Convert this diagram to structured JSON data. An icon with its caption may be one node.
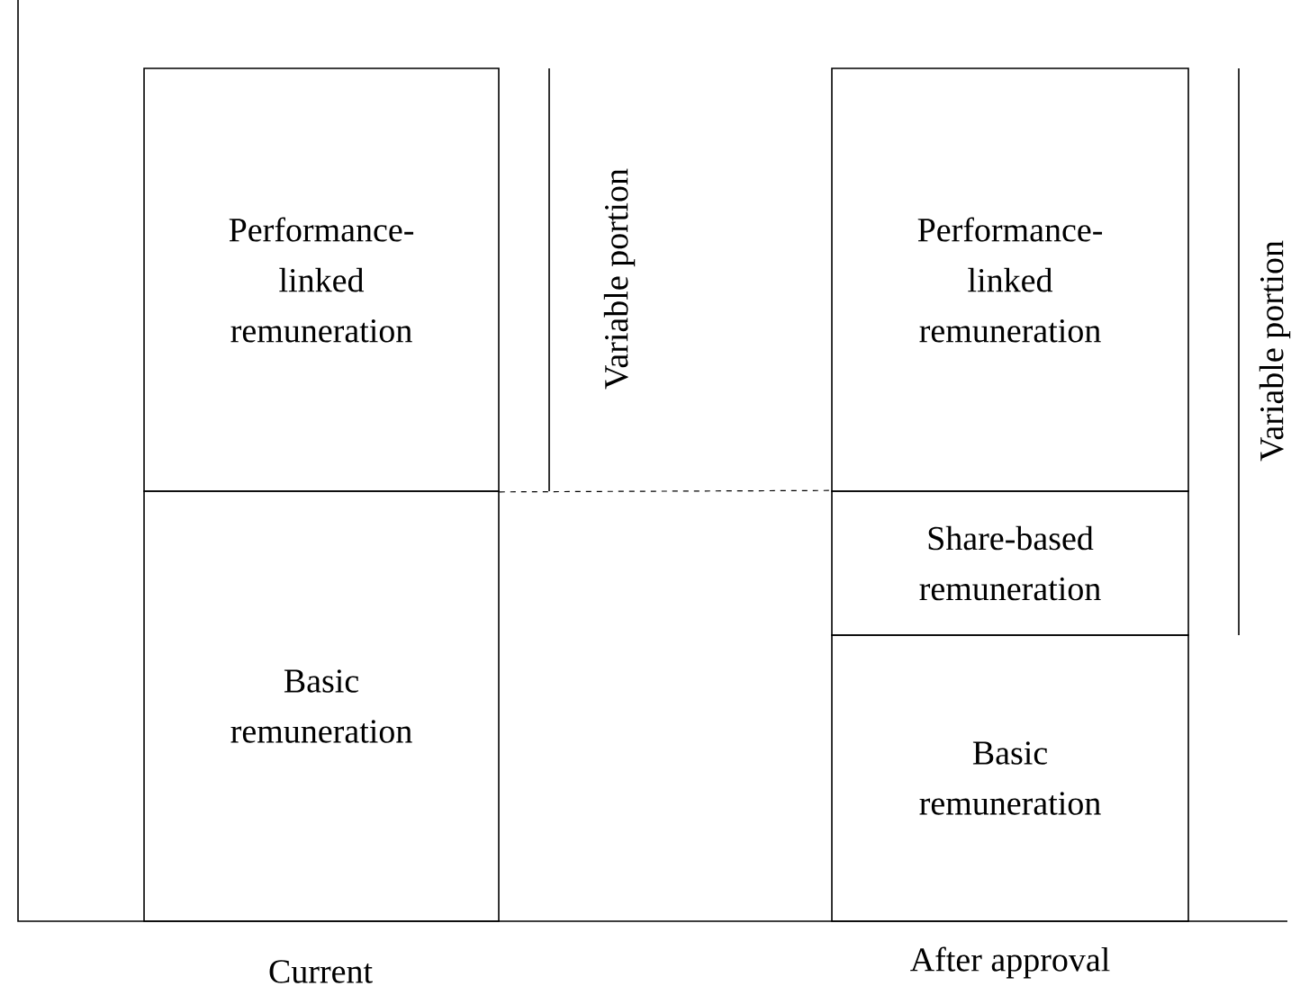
{
  "diagram": {
    "nodes": [
      {
        "text": [
          "Performance-linked remuneration"
        ]
      },
      {
        "text": [
          "Basic remuneration"
        ]
      },
      {
        "text": [
          "Performance-linked remuneration"
        ]
      },
      {
        "text": [
          "Share-based remuneration"
        ]
      },
      {
        "text": [
          "Basic remuneration"
        ]
      }
    ],
    "edges": [
      {
        "from": 0,
        "to": 3,
        "arrow": "none",
        "style": "dashed"
      }
    ],
    "labels": [
      "Variable portion",
      "Variable portion",
      "Current",
      "After approval"
    ]
  }
}
